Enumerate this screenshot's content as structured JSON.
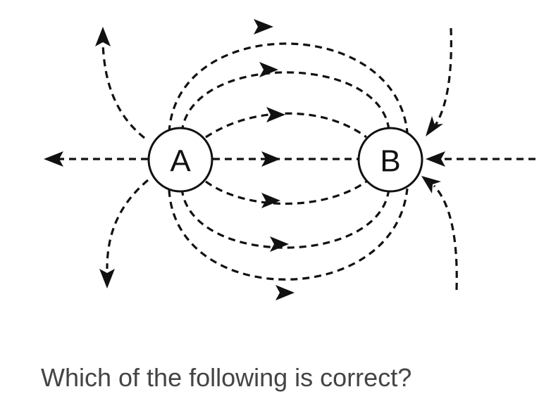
{
  "diagram": {
    "charges": {
      "a_label": "A",
      "b_label": "B"
    }
  },
  "question": {
    "text": "Which of the following is correct?"
  }
}
